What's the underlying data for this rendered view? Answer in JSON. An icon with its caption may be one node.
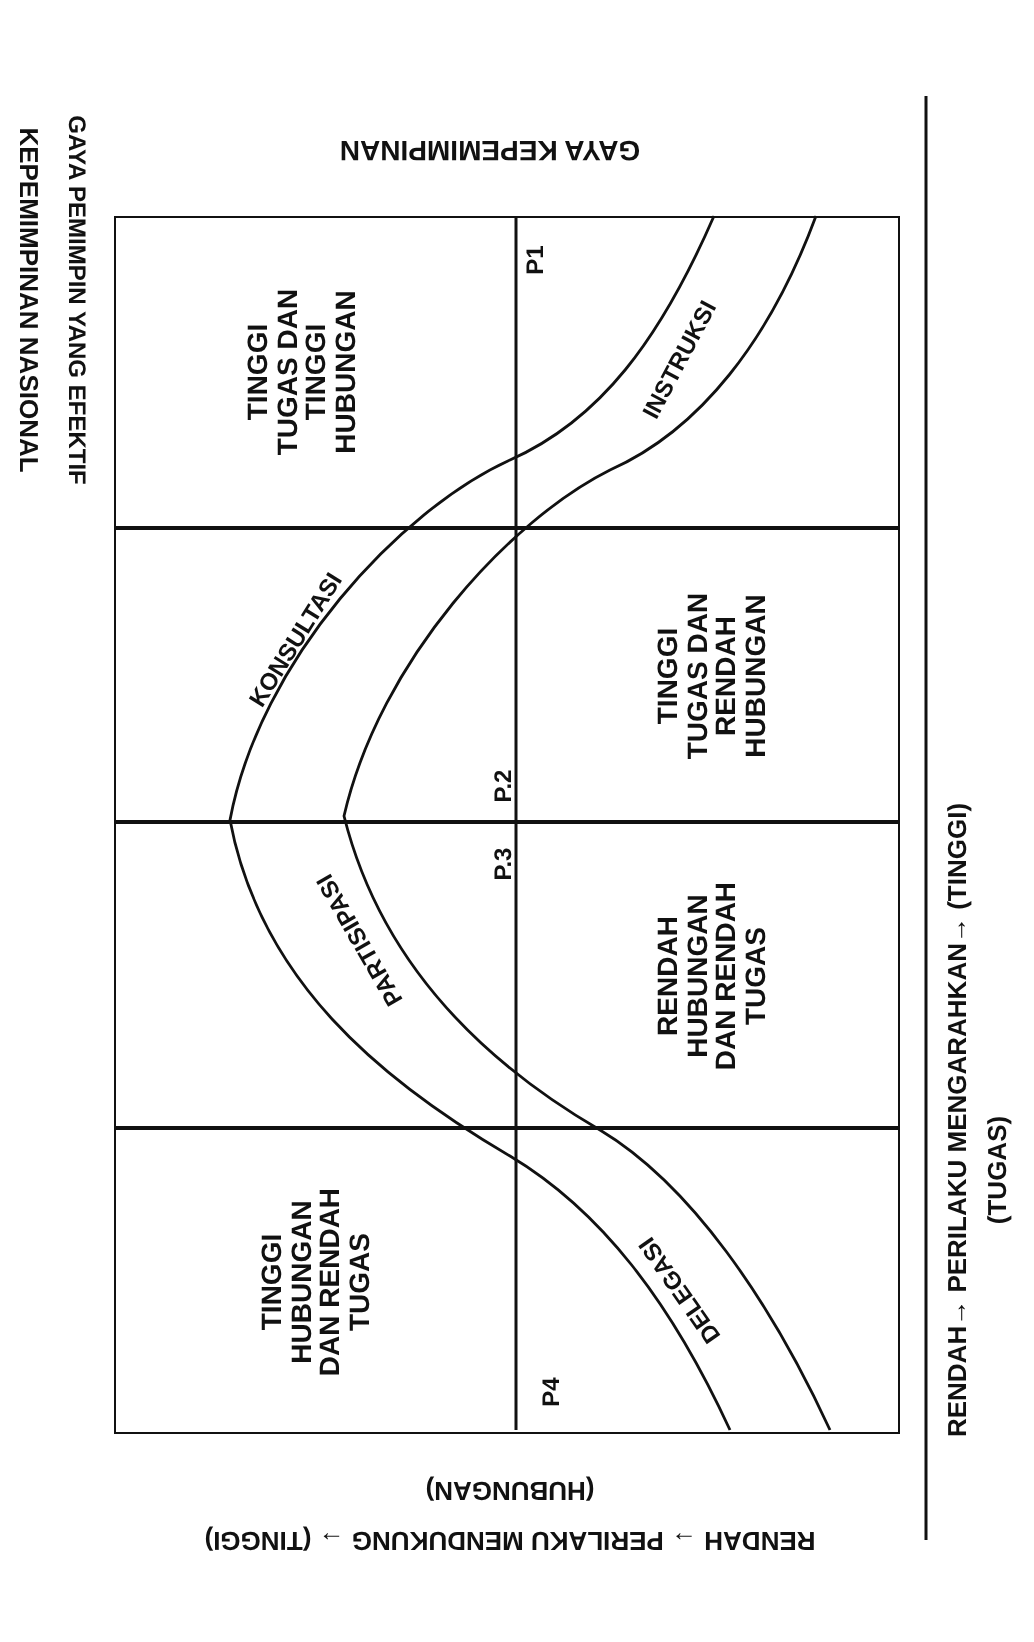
{
  "diagram": {
    "title": "KEPEMIMPINAN NASIONAL",
    "nodes": [
      {
        "text": [
          "TINGGI TUGAS DAN TINGGI HUBUNGAN"
        ]
      },
      {
        "text": [
          "TINGGI TUGAS DAN RENDAH HUBUNGAN"
        ]
      },
      {
        "text": [
          "RENDAH HUBUNGAN DAN RENDAH TUGAS"
        ]
      },
      {
        "text": [
          "TINGGI HUBUNGAN DAN RENDAH TUGAS"
        ]
      }
    ],
    "labels": [
      "GAYA KEPEMIMPINAN",
      "GAYA PEMIMPIN YANG EFEKTIF",
      "INSTRUKSI",
      "KONSULTASI",
      "PARTISIPASI",
      "DELEGASI",
      "P1",
      "P.2",
      "P.3",
      "P4",
      "RENDAH→ PERILAKU MENGARAHKAN→ (TINGGI)",
      "(TUGAS)",
      "(HUBUNGAN)",
      "RENDAH → PERILAKU MENDUKUNG → (TINGGI)"
    ]
  }
}
